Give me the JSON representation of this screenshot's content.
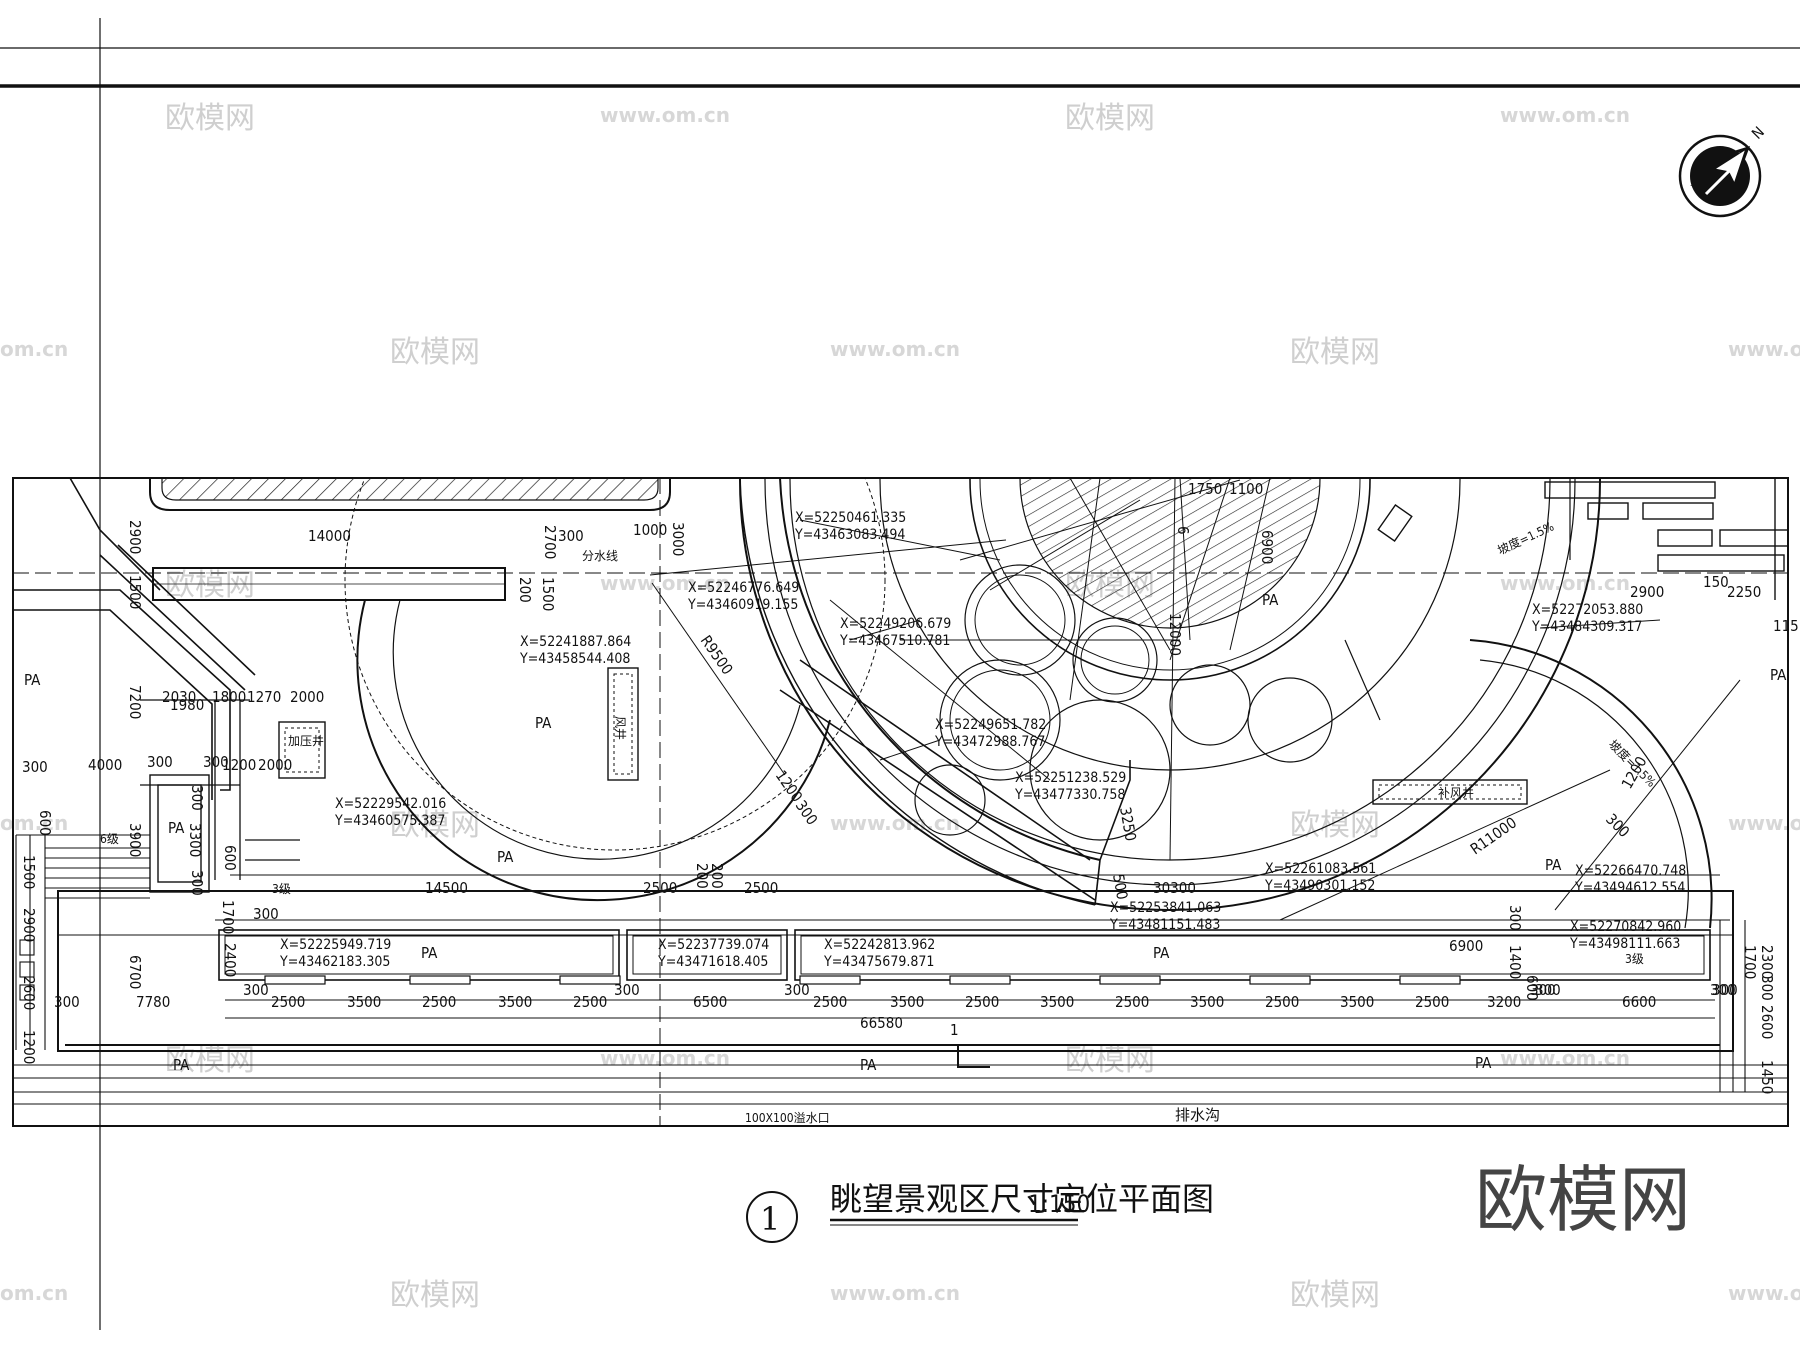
{
  "title": {
    "number": "1",
    "text": "眺望景观区尺寸定位平面图",
    "scale": "1:150"
  },
  "brand_text": "欧模网",
  "watermarks": {
    "brand": "欧模网",
    "url": "www.om.cn",
    "url_short": "om.cn"
  },
  "north_arrow": {
    "label": "N"
  },
  "area_labels": [
    "PA",
    "PA",
    "PA",
    "PA",
    "PA",
    "PA",
    "PA",
    "PA",
    "PA",
    "PA",
    "PA",
    "PA"
  ],
  "facility_labels": {
    "pressure_well": "加压井",
    "air_well": "风井",
    "supply_air_well": "补风井",
    "watershed": "分水线",
    "overflow": "100X100溢水口",
    "drain": "排水沟",
    "step6": "6级",
    "step3a": "3级",
    "step3b": "3级",
    "slope1": "坡度=1.5%",
    "slope2": "坡度=1.5%"
  },
  "radii": [
    "R9500",
    "R11000"
  ],
  "coordinates": [
    {
      "x": "X=52250461.335",
      "y": "Y=43463083.494"
    },
    {
      "x": "X=52246776.649",
      "y": "Y=43460919.155"
    },
    {
      "x": "X=52241887.864",
      "y": "Y=43458544.408"
    },
    {
      "x": "X=52249206.679",
      "y": "Y=43467510.781"
    },
    {
      "x": "X=52249651.782",
      "y": "Y=43472988.767"
    },
    {
      "x": "X=52251238.529",
      "y": "Y=43477330.758"
    },
    {
      "x": "X=52229542.016",
      "y": "Y=43460575.387"
    },
    {
      "x": "X=52253841.063",
      "y": "Y=43481151.483"
    },
    {
      "x": "X=52261083.561",
      "y": "Y=43490301.152"
    },
    {
      "x": "X=52225949.719",
      "y": "Y=43462183.305"
    },
    {
      "x": "X=52237739.074",
      "y": "Y=43471618.405"
    },
    {
      "x": "X=52242813.962",
      "y": "Y=43475679.871"
    },
    {
      "x": "X=52272053.880",
      "y": "Y=43484309.317"
    },
    {
      "x": "X=52266470.748",
      "y": "Y=43494612.554"
    },
    {
      "x": "X=52270842.960",
      "y": "Y=43498111.663"
    }
  ],
  "dimensions": {
    "top": [
      "14000",
      "2700",
      "300",
      "1000",
      "3000",
      "1750",
      "1100",
      "6",
      "6900",
      "2900",
      "150",
      "2250",
      "115",
      "1500",
      "2900",
      "200",
      "1500"
    ],
    "left": [
      "7200",
      "2030",
      "1800",
      "1270",
      "2000",
      "300",
      "4000",
      "300",
      "1980",
      "300",
      "1200",
      "2000",
      "600",
      "3900",
      "3300",
      "300",
      "600",
      "300",
      "1500",
      "2900",
      "2600",
      "1200",
      "6700",
      "7780",
      "1700",
      "300",
      "2400",
      "300"
    ],
    "middle": [
      "14500",
      "2500",
      "200",
      "200",
      "2500",
      "1200",
      "300",
      "12000",
      "3250",
      "500",
      "30300",
      "300",
      "1200",
      "300",
      "6900",
      "1400",
      "600",
      "300",
      "300"
    ],
    "bottom": [
      "300",
      "2500",
      "3500",
      "2500",
      "3500",
      "2500",
      "300",
      "6500",
      "300",
      "2500",
      "3500",
      "2500",
      "3500",
      "2500",
      "3500",
      "2500",
      "3500",
      "2500",
      "3200",
      "300",
      "6600",
      "300",
      "66580",
      "2300",
      "300",
      "1700",
      "2600",
      "1450"
    ]
  },
  "section_marker": "1"
}
